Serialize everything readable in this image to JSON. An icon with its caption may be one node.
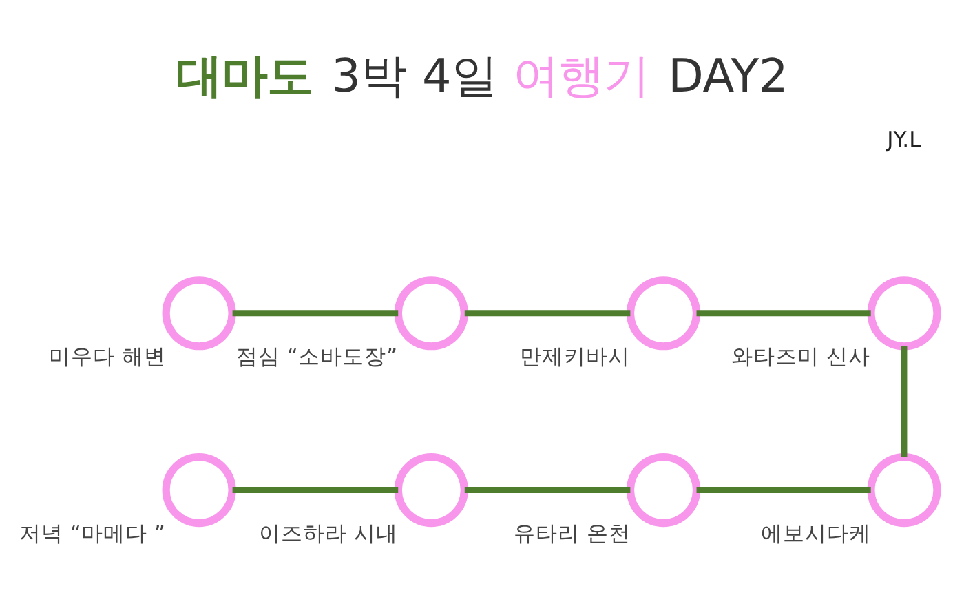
{
  "diagram": {
    "title": "대마도 3박 4일 여행기 DAY2",
    "nodes": [
      {
        "text": [],
        "shape": "circle",
        "beside": [
          "미우다 해변"
        ]
      },
      {
        "text": [],
        "shape": "circle",
        "beside": [
          "점심 “소바도장”"
        ]
      },
      {
        "text": [],
        "shape": "circle",
        "beside": [
          "만제키바시"
        ]
      },
      {
        "text": [],
        "shape": "circle",
        "beside": [
          "와타즈미 신사"
        ]
      },
      {
        "text": [],
        "shape": "circle",
        "beside": [
          "저녁 “마메다 ”"
        ]
      },
      {
        "text": [],
        "shape": "circle",
        "beside": [
          "이즈하라 시내"
        ]
      },
      {
        "text": [],
        "shape": "circle",
        "beside": [
          "유타리 온천"
        ]
      },
      {
        "text": [],
        "shape": "circle",
        "beside": [
          "에보시다케"
        ]
      }
    ],
    "edges": [
      {
        "from": 0,
        "to": 1,
        "arrow": "none"
      },
      {
        "from": 1,
        "to": 2,
        "arrow": "none"
      },
      {
        "from": 2,
        "to": 3,
        "arrow": "none"
      },
      {
        "from": 3,
        "to": 7,
        "arrow": "none"
      },
      {
        "from": 7,
        "to": 6,
        "arrow": "none"
      },
      {
        "from": 6,
        "to": 5,
        "arrow": "none"
      },
      {
        "from": 5,
        "to": 4,
        "arrow": "none"
      }
    ],
    "labels": [
      "JY.L"
    ]
  }
}
